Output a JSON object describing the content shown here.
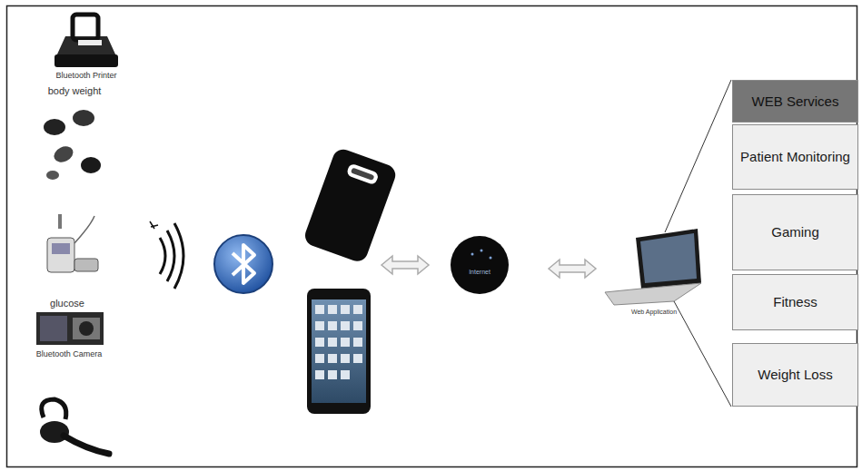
{
  "diagram": {
    "nodes": [
      {
        "text": [
          "WEB Services"
        ]
      },
      {
        "text": [
          "Patient Monitoring"
        ]
      },
      {
        "text": [
          "Gaming"
        ]
      },
      {
        "text": [
          "Fitness"
        ]
      },
      {
        "text": [
          "Weight Loss"
        ]
      }
    ],
    "labels": [
      "Bluetooth Printer",
      "body weight",
      "glucose",
      "Bluetooth Camera",
      "Internet",
      "Web Application"
    ]
  }
}
